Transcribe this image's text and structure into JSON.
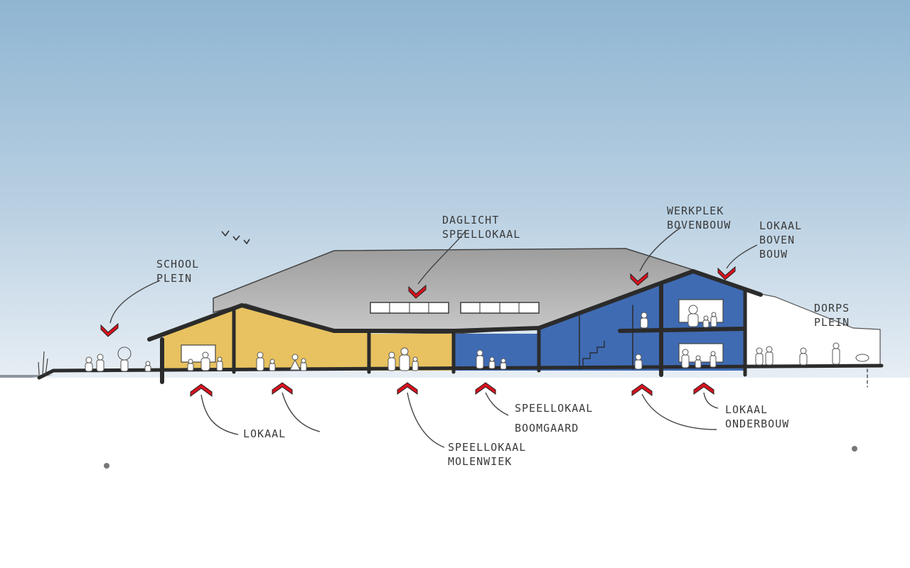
{
  "labels": {
    "schoolplein": [
      "SCHOOL",
      "PLEIN"
    ],
    "daglicht": [
      "DAGLICHT",
      "SPEELLOKAAL"
    ],
    "werkplek": [
      "WERKPLEK",
      "BOVENBOUW"
    ],
    "lokaal_bovenbouw": [
      "LOKAAL",
      "BOVEN",
      "BOUW"
    ],
    "dorpsplein": [
      "DORPS",
      "PLEIN"
    ],
    "lokaal": "LOKAAL",
    "speellokaal_molenwiek": [
      "SPEELLOKAAL",
      "MOLENWIEK"
    ],
    "speellokaal_boomgaard": [
      "SPEELLOKAAL",
      "BOOMGAARD"
    ],
    "lokaal_onderbouw": [
      "LOKAAL",
      "ONDERBOUW"
    ]
  },
  "colors": {
    "sky_top": "#8fb5d2",
    "sky_bottom": "#e7eef4",
    "roof": "#b3b3b3",
    "yellow_rooms": "#e8c260",
    "blue_rooms": "#3f6bb3",
    "structure": "#2b2b2b",
    "arrow": "#d8121e"
  }
}
